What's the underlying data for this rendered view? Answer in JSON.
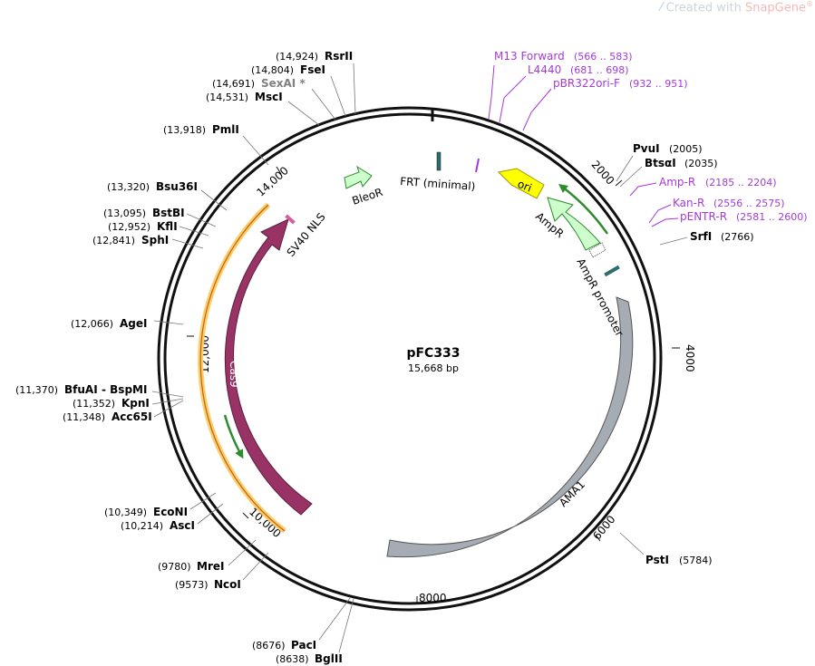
{
  "watermark": {
    "prefix": "Created with ",
    "brand": "SnapGene",
    "mark": "®"
  },
  "plasmid": {
    "name": "pFC333",
    "size": "15,668 bp"
  },
  "ticks": [
    "2000",
    "4000",
    "6000",
    "8000",
    "10,000",
    "12,000",
    "14,000"
  ],
  "enzymes_right": [
    {
      "name": "PvuI",
      "pos": "(2005)"
    },
    {
      "name": "BtsαI",
      "pos": "(2035)"
    },
    {
      "name": "SrfI",
      "pos": "(2766)"
    },
    {
      "name": "PstI",
      "pos": "(5784)"
    }
  ],
  "enzymes_left": [
    {
      "name": "RsrII",
      "pos": "(14,924)"
    },
    {
      "name": "FseI",
      "pos": "(14,804)"
    },
    {
      "name": "SexAI *",
      "pos": "(14,691)"
    },
    {
      "name": "MscI",
      "pos": "(14,531)"
    },
    {
      "name": "PmlI",
      "pos": "(13,918)"
    },
    {
      "name": "Bsu36I",
      "pos": "(13,320)"
    },
    {
      "name": "BstBI",
      "pos": "(13,095)"
    },
    {
      "name": "KflI",
      "pos": "(12,952)"
    },
    {
      "name": "SphI",
      "pos": "(12,841)"
    },
    {
      "name": "AgeI",
      "pos": "(12,066)"
    },
    {
      "name": "BfuAI",
      "pos": "(11,370)",
      "extra": "- BspMI"
    },
    {
      "name": "KpnI",
      "pos": "(11,352)"
    },
    {
      "name": "Acc65I",
      "pos": "(11,348)"
    },
    {
      "name": "EcoNI",
      "pos": "(10,349)"
    },
    {
      "name": "AscI",
      "pos": "(10,214)"
    },
    {
      "name": "MreI",
      "pos": "(9780)"
    },
    {
      "name": "NcoI",
      "pos": "(9573)"
    },
    {
      "name": "PacI",
      "pos": "(8676)"
    },
    {
      "name": "BglII",
      "pos": "(8638)"
    }
  ],
  "primers": [
    {
      "name": "M13 Forward",
      "pos": "(566 .. 583)"
    },
    {
      "name": "L4440",
      "pos": "(681 .. 698)"
    },
    {
      "name": "pBR322ori-F",
      "pos": "(932 .. 951)"
    },
    {
      "name": "Amp-R",
      "pos": "(2185 .. 2204)"
    },
    {
      "name": "Kan-R",
      "pos": "(2556 .. 2575)"
    },
    {
      "name": "pENTR-R",
      "pos": "(2581 .. 2600)"
    }
  ],
  "features": {
    "bleor": "BleoR",
    "frt": "FRT (minimal)",
    "ori": "ori",
    "ampr": "AmpR",
    "ampr_promoter": "AmpR promoter",
    "ama1": "AMA1",
    "cas9": "Cas9",
    "sv40": "SV40 NLS"
  },
  "colors": {
    "bleor": "#ccffcc",
    "ori": "#ffff00",
    "ampr": "#ccffcc",
    "ama1": "#a6acb3",
    "cas9": "#993366",
    "orf_highlight": "#ffcc66",
    "primer": "#a43ad9",
    "promoter_dark": "#2e6b6b"
  }
}
